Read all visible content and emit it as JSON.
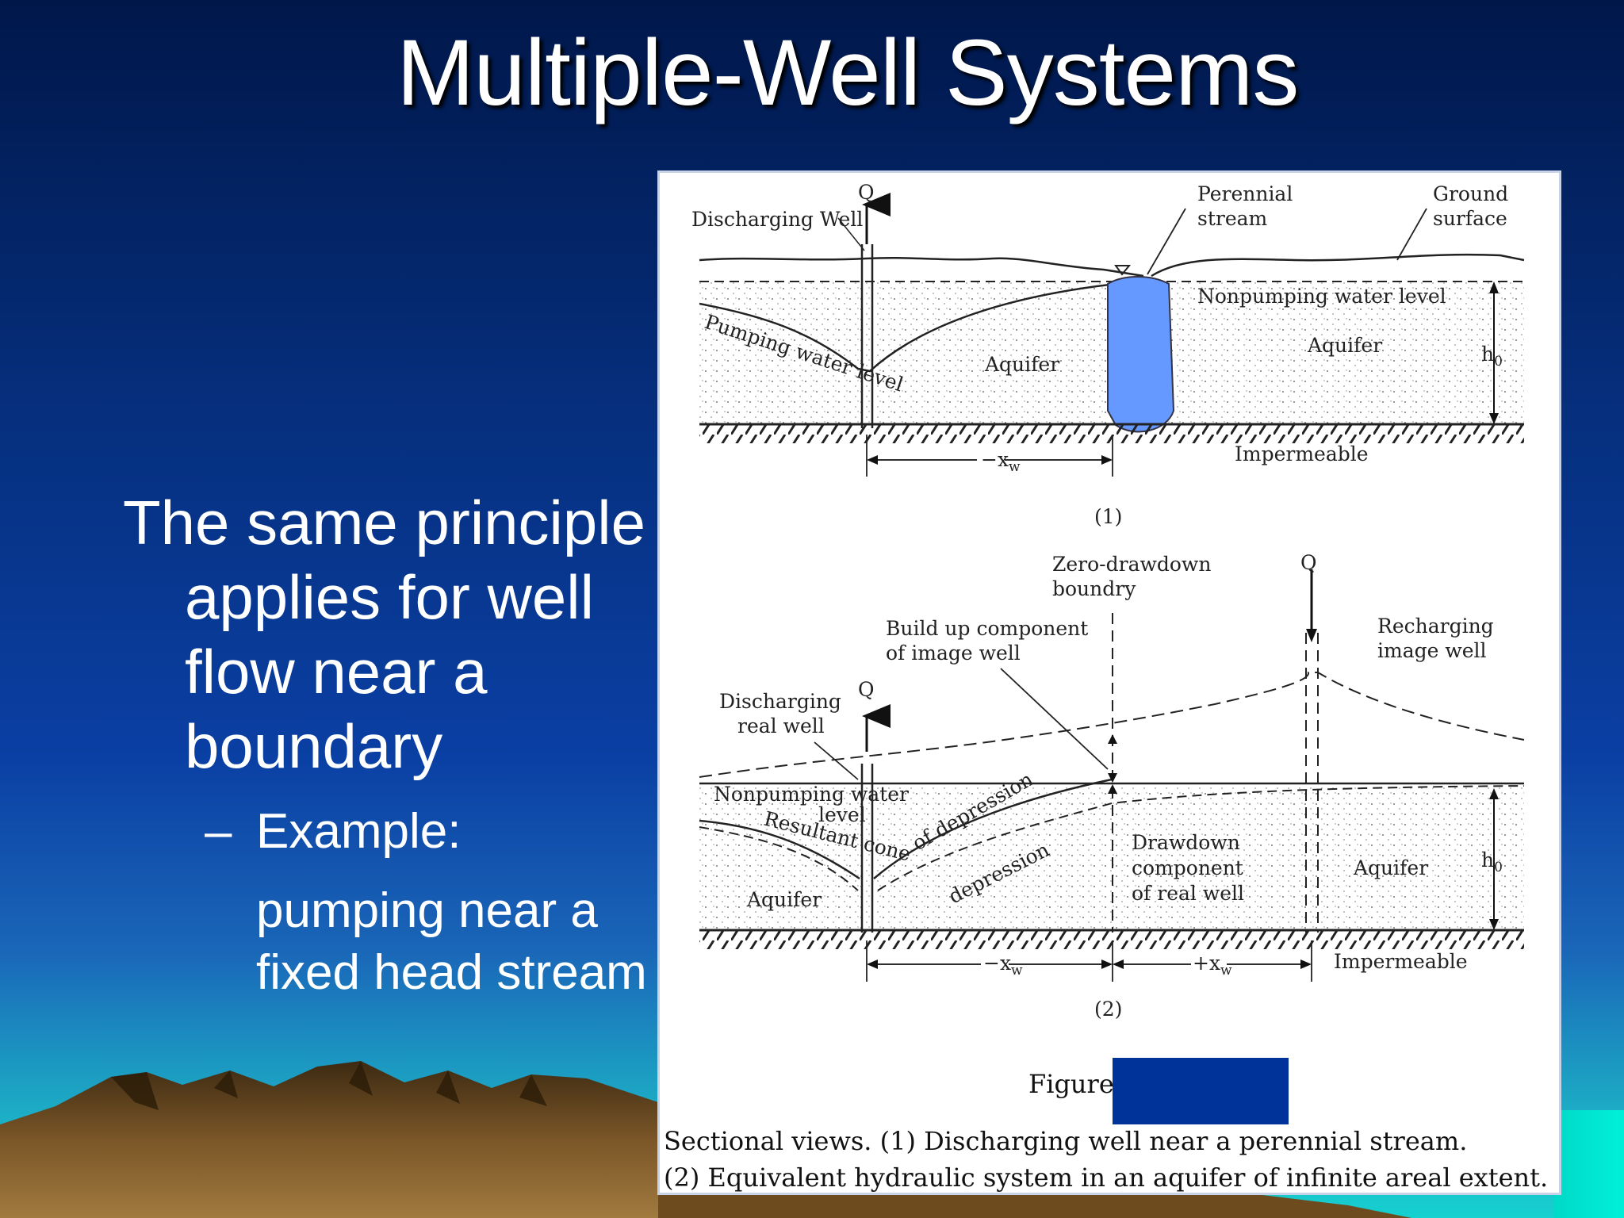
{
  "slide": {
    "title": "Multiple-Well Systems",
    "bullet": [
      "The same principle",
      "applies for well",
      "flow near a",
      "boundary"
    ],
    "sub_dash": "–",
    "sub_bullet": "Example:",
    "sub_body": [
      "pumping near a",
      "fixed head stream"
    ]
  },
  "figure": {
    "p1": {
      "q": "Q",
      "discharging_well": "Discharging Well",
      "perennial_stream": [
        "Perennial",
        "stream"
      ],
      "ground_surface": [
        "Ground",
        "surface"
      ],
      "nonpumping": "Nonpumping water level",
      "aquifer_left": "Aquifer",
      "aquifer_right": "Aquifer",
      "pumping_level": "Pumping water level",
      "h0": "h",
      "h0_sub": "0",
      "impermeable": "Impermeable",
      "xw": "−x",
      "xw_sub": "w",
      "panel_label": "(1)"
    },
    "p2": {
      "zero_drawdown": [
        "Zero-drawdown",
        "boundry"
      ],
      "q_right": "Q",
      "recharging": [
        "Recharging",
        "image well"
      ],
      "buildup": [
        "Build up component",
        "of image well"
      ],
      "q_left": "Q",
      "discharging_real": [
        "Discharging",
        "real well"
      ],
      "nonpumping": [
        "Nonpumping water",
        "level"
      ],
      "resultant": "Resultant cone",
      "of_depression": "of depression",
      "depression": "depression",
      "drawdown": [
        "Drawdown",
        "component",
        "of real well"
      ],
      "aquifer_left": "Aquifer",
      "aquifer_right": "Aquifer",
      "h0": "h",
      "h0_sub": "0",
      "xw_left": "−x",
      "xw_right": "+x",
      "xw_sub": "w",
      "impermeable": "Impermeable",
      "panel_label": "(2)"
    },
    "figure_word": "Figure",
    "caption": [
      "Sectional views. (1) Discharging well near a perennial stream.",
      "(2) Equivalent hydraulic system in an aquifer of infinite areal extent."
    ]
  },
  "colors": {
    "bg_top": "#001a4d",
    "bg_mid": "#083a9c",
    "bg_bottom": "#14b4c2",
    "stream_fill": "#6699ff",
    "redaction_box": "#003399",
    "mountain": "#6b4a22"
  }
}
